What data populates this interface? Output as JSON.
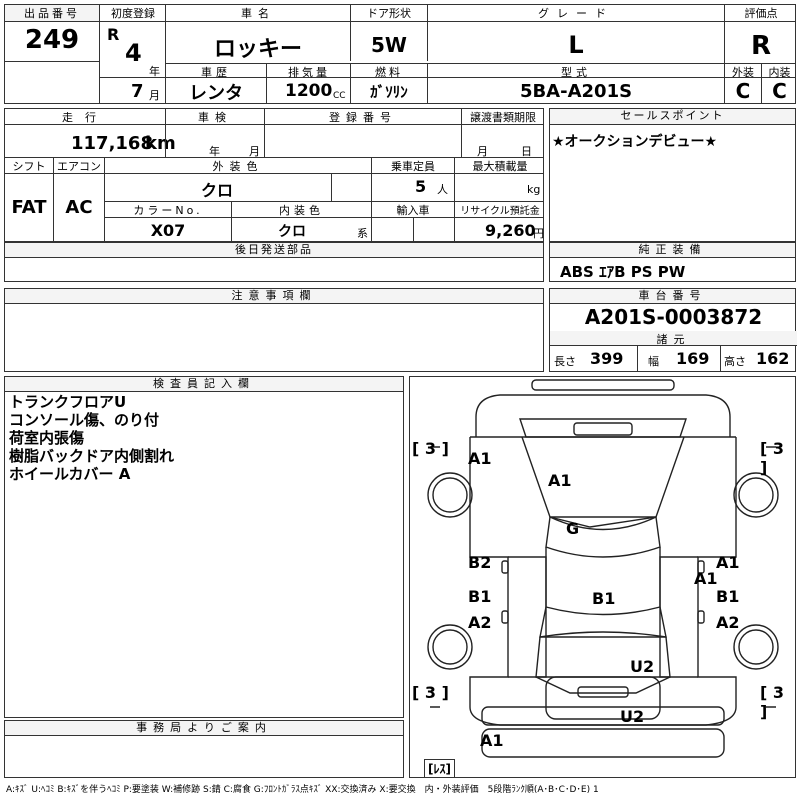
{
  "header": {
    "lot_label": "出品番号",
    "lot": "249",
    "reg_label": "初度登録",
    "era": "R",
    "reg_year": "4",
    "year_unit": "年",
    "reg_month": "7",
    "month_unit": "月",
    "name_label": "車名",
    "name": "ロッキー",
    "door_label": "ドア形状",
    "door": "5W",
    "grade_label": "グレード",
    "grade": "L",
    "score_label": "評価点",
    "score": "R",
    "history_label": "車歴",
    "history": "レンタ",
    "displacement_label": "排気量",
    "displacement": "1200",
    "cc": "CC",
    "fuel_label": "燃料",
    "fuel": "ｶﾞｿﾘﾝ",
    "model_label": "型式",
    "model": "5BA-A201S",
    "ext_label": "外装",
    "ext": "C",
    "int_label": "内装",
    "int": "C"
  },
  "row2": {
    "mileage_label": "走行",
    "mileage": "117,168",
    "km": "km",
    "inspection_label": "車検",
    "year_unit": "年",
    "month_unit": "月",
    "regno_label": "登録番号",
    "transfer_label": "譲渡書類期限",
    "t_month": "月",
    "t_day": "日",
    "shift_label": "シフト",
    "shift": "FAT",
    "ac_label": "エアコン",
    "ac": "AC",
    "color_label": "外装色",
    "color": "クロ",
    "capacity_label": "乗車定員",
    "capacity": "5",
    "person": "人",
    "load_label": "最大積載量",
    "kg": "kg",
    "colorno_label": "カラーNo.",
    "colorno": "X07",
    "intcolor_label": "内装色",
    "intcolor": "クロ",
    "kei": "系",
    "import_label": "輸入車",
    "recycle_label": "リサイクル預託金",
    "recycle": "9,260",
    "yen": "円"
  },
  "sales_point": {
    "label": "セールスポイント",
    "text": "★オークションデビュー★"
  },
  "later_parts": {
    "label": "後日発送部品"
  },
  "equipment": {
    "label": "純正装備",
    "text": "ABS ｴｱB PS PW"
  },
  "notes": {
    "label": "注意事項欄"
  },
  "chassis": {
    "label": "車台番号",
    "number": "A201S-0003872"
  },
  "specs": {
    "label": "諸元",
    "len_l": "長さ",
    "len": "399",
    "wid_l": "幅",
    "wid": "169",
    "hgt_l": "高さ",
    "hgt": "162"
  },
  "inspector": {
    "label": "検査員記入欄",
    "lines": [
      "トランクフロアU",
      "コンソール傷、のり付",
      "荷室内張傷",
      "樹脂バックドア内側割れ",
      "ホイールカバー A"
    ]
  },
  "office": {
    "label": "事務局よりご案内"
  },
  "diagram": {
    "brackets": [
      "[ 3 ]",
      "[ 3 ]",
      "[ 3 ]",
      "[ 3 ]"
    ],
    "marks": [
      "A1",
      "A1",
      "G",
      "B2",
      "A1",
      "A1",
      "B1",
      "B1",
      "B1",
      "A2",
      "A2",
      "U2",
      "U2",
      "A1"
    ],
    "lens": "[ﾚｽ]"
  },
  "legend": "A:ｷｽﾞ U:ﾍｺﾐ B:ｷｽﾞを伴うﾍｺﾐ P:要塗装 W:補修跡 S:錆 C:腐食 G:ﾌﾛﾝﾄｶﾞﾗｽ点ｷｽﾞ XX:交換済み X:要交換　内・外装評価　5段階ﾗﾝｸ順(A･B･C･D･E) 1"
}
